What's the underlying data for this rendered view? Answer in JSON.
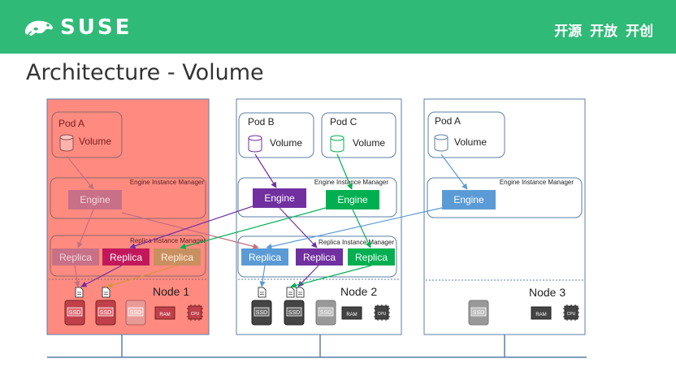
{
  "brand": {
    "logo_text": "SUSE",
    "tagline": "开源 开放 开创"
  },
  "slide": {
    "title": "Architecture - Volume"
  },
  "labels": {
    "volume": "Volume",
    "engine": "Engine",
    "replica": "Replica",
    "engine_im": "Engine Instance Manager",
    "replica_im": "Replica Instance Manager",
    "ssd": "SSD",
    "ram": "RAM",
    "cpu": "CPU"
  },
  "nodes": [
    {
      "name": "Node 1",
      "pods": [
        "Pod A"
      ]
    },
    {
      "name": "Node 2",
      "pods": [
        "Pod B",
        "Pod C"
      ]
    },
    {
      "name": "Node 3",
      "pods": [
        "Pod A"
      ]
    }
  ],
  "colors": {
    "header_green": "#30ba78",
    "highlight_red": "#ff8a80",
    "engine_purple": "#7030a0",
    "engine_green": "#00b050",
    "engine_blue": "#5b9bd5",
    "replica_magenta": "#c2185b",
    "replica_orange": "#d89444"
  }
}
